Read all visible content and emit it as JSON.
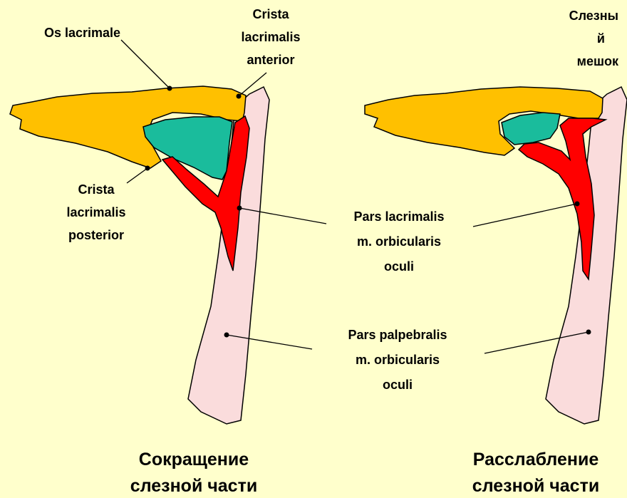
{
  "colors": {
    "background": "#ffffcc",
    "bone": "#ffc000",
    "sac": "#1abc9c",
    "muscle": "#ff0000",
    "palpebral": "#fadcdc"
  },
  "labels": {
    "os_lacrimale": "Os lacrimale",
    "crista_anterior": [
      "Crista",
      "lacrimalis",
      "anterior"
    ],
    "crista_posterior": [
      "Crista",
      "lacrimalis",
      "posterior"
    ],
    "saccus": [
      "Слезны",
      "й",
      "мешок"
    ],
    "pars_lacrimalis": [
      "Pars lacrimalis",
      "m. orbicularis",
      "oculi"
    ],
    "pars_palpebralis": [
      "Pars palpebralis",
      "m. orbicularis",
      "oculi"
    ]
  },
  "captions": {
    "left": [
      "Сокращение",
      "слезной части"
    ],
    "right": [
      "Расслабление",
      "слезной части"
    ]
  }
}
